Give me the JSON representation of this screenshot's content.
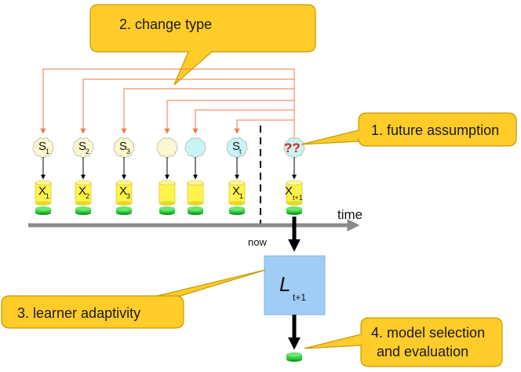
{
  "callouts": {
    "change_type": "2. change type",
    "future_assumption": "1. future assumption",
    "learner_adaptivity": "3. learner adaptivity",
    "model_selection_line1": "4. model selection",
    "model_selection_line2": "and evaluation"
  },
  "states": [
    {
      "letter": "S",
      "sub": "1",
      "color": "#fbf7d0"
    },
    {
      "letter": "S",
      "sub": "2",
      "color": "#fbf7d0"
    },
    {
      "letter": "S",
      "sub": "3",
      "color": "#fbf7d0"
    },
    {
      "letter": "",
      "sub": "",
      "color": "#fbf7d0"
    },
    {
      "letter": "",
      "sub": "",
      "color": "#c8f4f7"
    },
    {
      "letter": "S",
      "sub": "t",
      "color": "#c8f4f7"
    }
  ],
  "future_state": {
    "marks": "??",
    "color": "#c8f4f7"
  },
  "datasets": [
    {
      "letter": "X",
      "sub": "1"
    },
    {
      "letter": "X",
      "sub": "2"
    },
    {
      "letter": "X",
      "sub": "3"
    },
    {
      "letter": "",
      "sub": ""
    },
    {
      "letter": "",
      "sub": ""
    },
    {
      "letter": "X",
      "sub": "1"
    }
  ],
  "future_dataset": {
    "letter": "X",
    "sub": "t+1"
  },
  "axis": {
    "label": "time",
    "now_label": "now"
  },
  "learner": {
    "letter": "L",
    "sub": "t+1"
  },
  "colors": {
    "callout_fill": "#ffcc2a",
    "callout_stroke": "#c89a00",
    "arrow_orange": "#f37a4a",
    "cylinder_yellow": "#fff34a",
    "base_green": "#2fcf3a",
    "axis_gray": "#8a8a8a",
    "learner_blue": "#9fcdf6"
  }
}
